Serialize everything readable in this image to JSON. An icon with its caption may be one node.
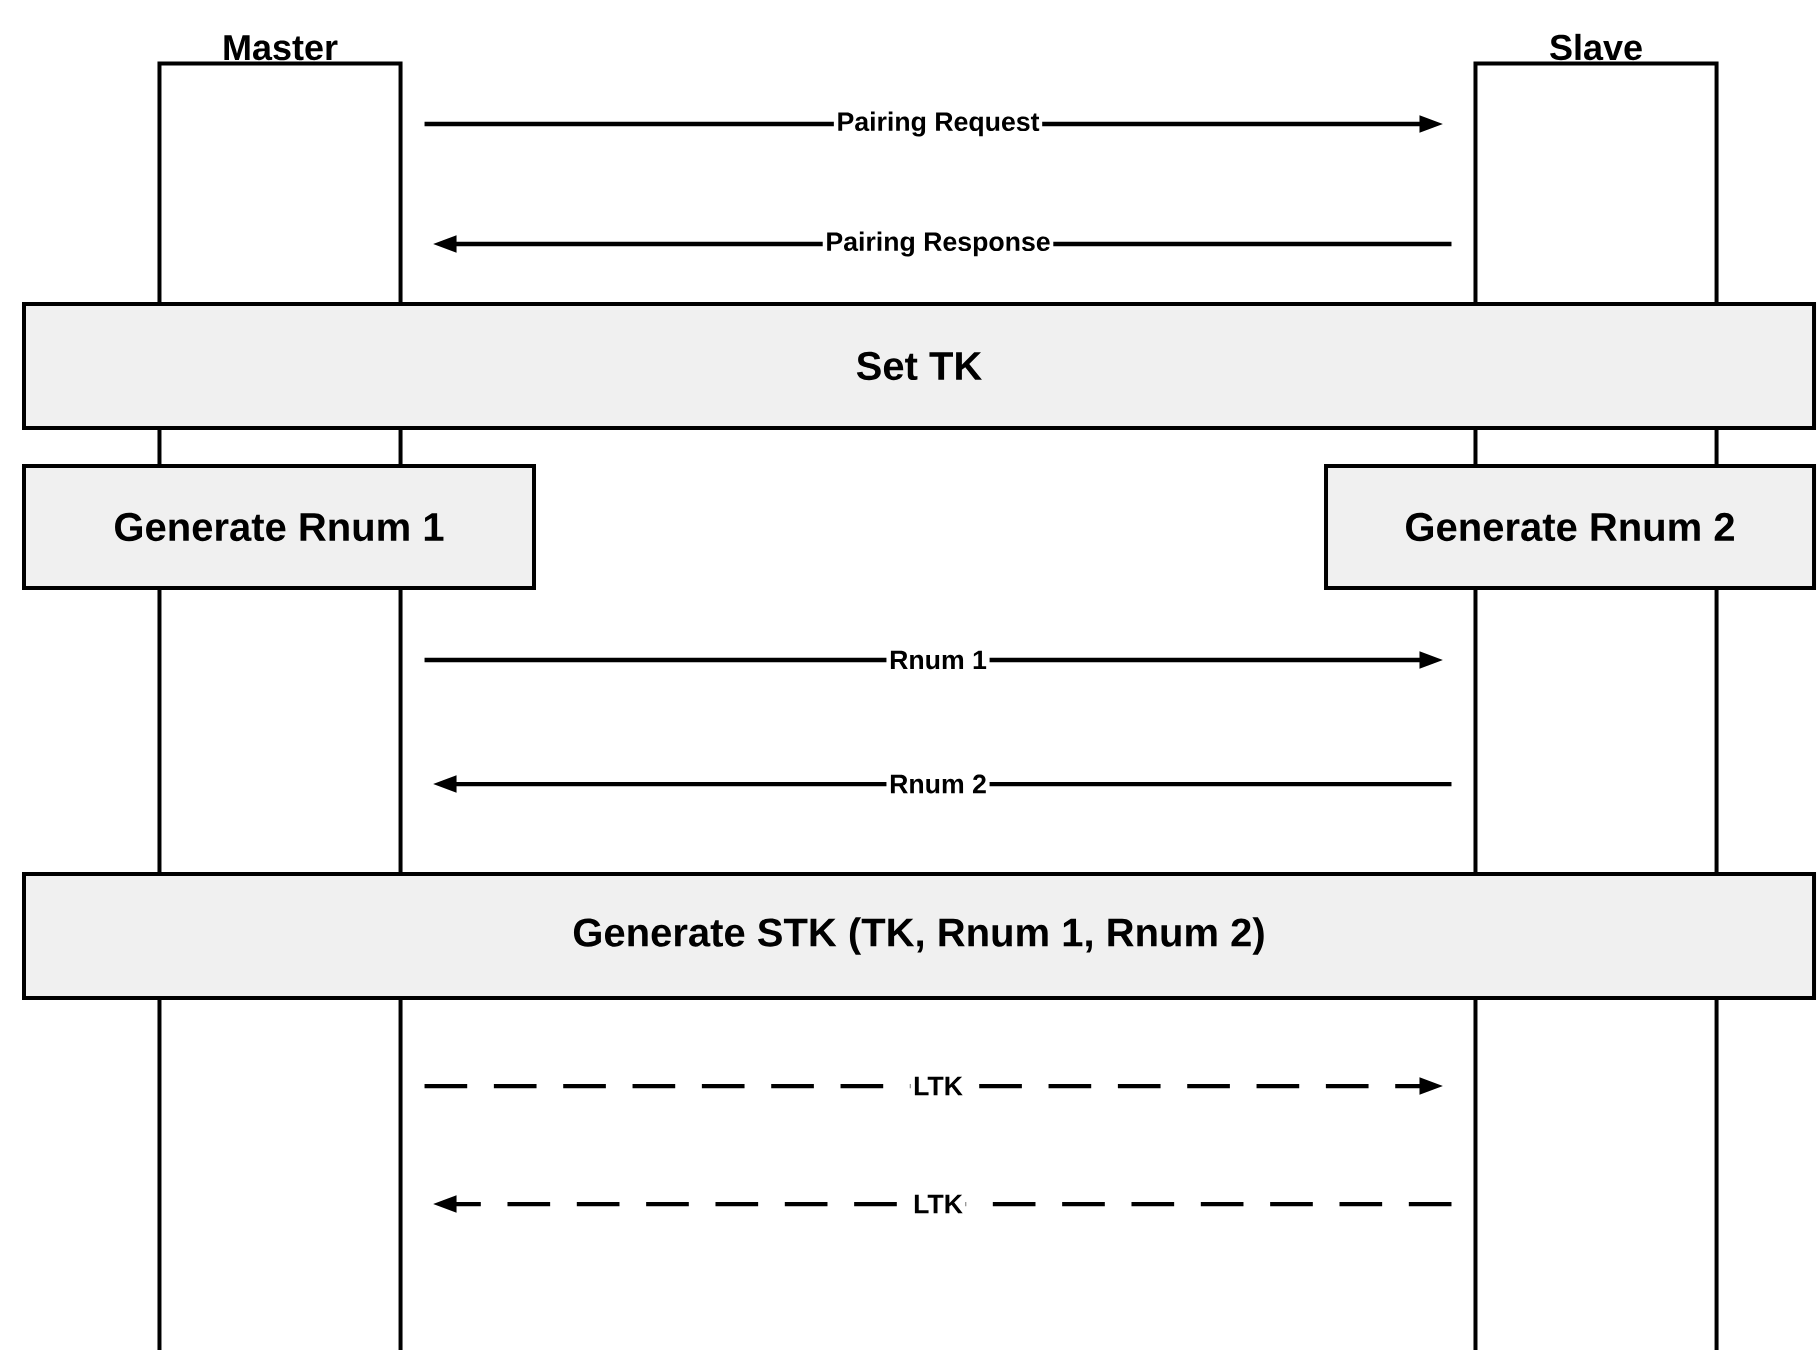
{
  "diagram": {
    "nodes": [
      {
        "text": [
          "Master"
        ]
      },
      {
        "text": [
          "Slave"
        ]
      },
      {
        "text": [
          "Set TK"
        ]
      },
      {
        "text": [
          "Generate Rnum 1"
        ]
      },
      {
        "text": [
          "Generate Rnum 2"
        ]
      },
      {
        "text": [
          "Generate STK (TK, Rnum 1, Rnum 2)"
        ]
      }
    ],
    "edges": [
      {
        "from": 0,
        "to": 1,
        "arrow": "to",
        "label": "Pairing Request"
      },
      {
        "from": 1,
        "to": 0,
        "arrow": "to",
        "label": "Pairing Response"
      },
      {
        "from": 0,
        "to": 1,
        "arrow": "to",
        "label": "Rnum 1"
      },
      {
        "from": 1,
        "to": 0,
        "arrow": "to",
        "label": "Rnum 2"
      },
      {
        "from": 0,
        "to": 1,
        "arrow": "to",
        "label": "LTK",
        "style": "dashed"
      },
      {
        "from": 1,
        "to": 0,
        "arrow": "to",
        "label": "LTK",
        "style": "dashed"
      }
    ]
  }
}
